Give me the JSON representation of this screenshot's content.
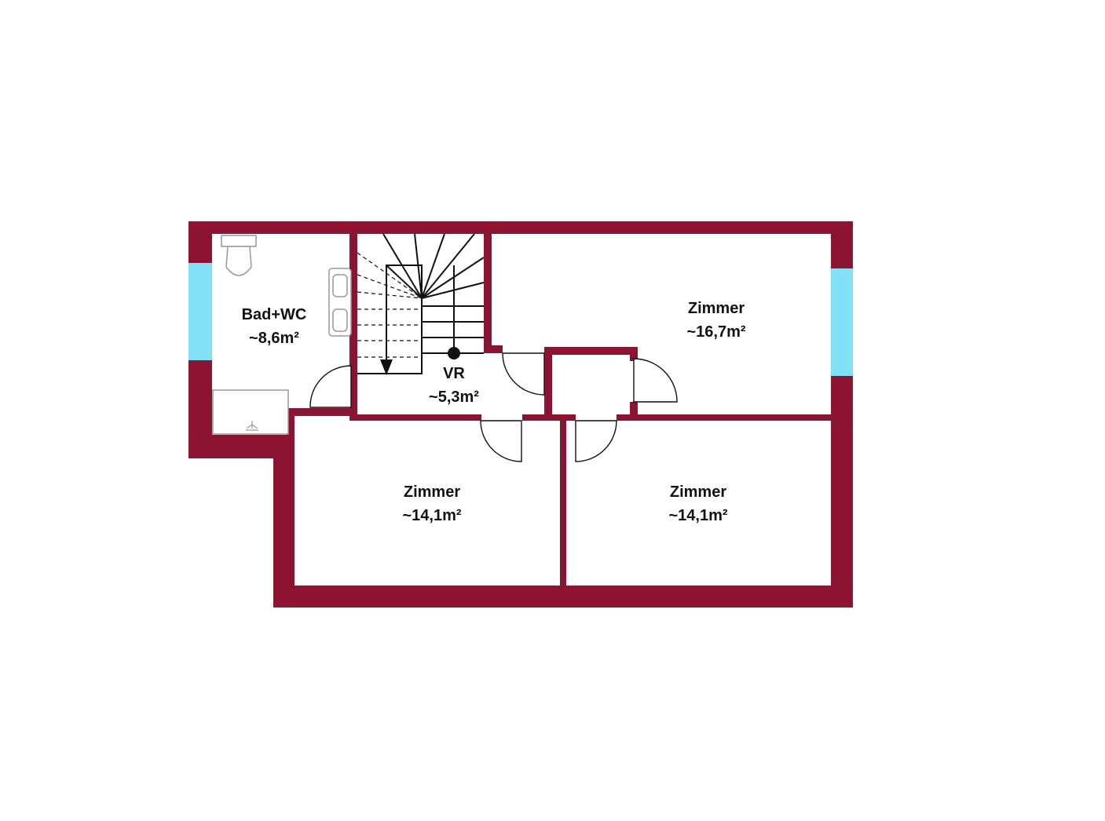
{
  "colors": {
    "wall": "#8b1530",
    "window": "#80e1f5",
    "line": "#111111"
  },
  "rooms": [
    {
      "id": "bad-wc",
      "name": "Bad+WC",
      "area": "~8,6m²"
    },
    {
      "id": "vr",
      "name": "VR",
      "area": "~5,3m²"
    },
    {
      "id": "zimmer-ne",
      "name": "Zimmer",
      "area": "~16,7m²"
    },
    {
      "id": "zimmer-sw",
      "name": "Zimmer",
      "area": "~14,1m²"
    },
    {
      "id": "zimmer-se",
      "name": "Zimmer",
      "area": "~14,1m²"
    }
  ],
  "icons": [
    "toilet-icon",
    "double-washbasin-icon",
    "shower-tray-icon",
    "staircase-icon",
    "window-icon",
    "door-swing-icon"
  ]
}
